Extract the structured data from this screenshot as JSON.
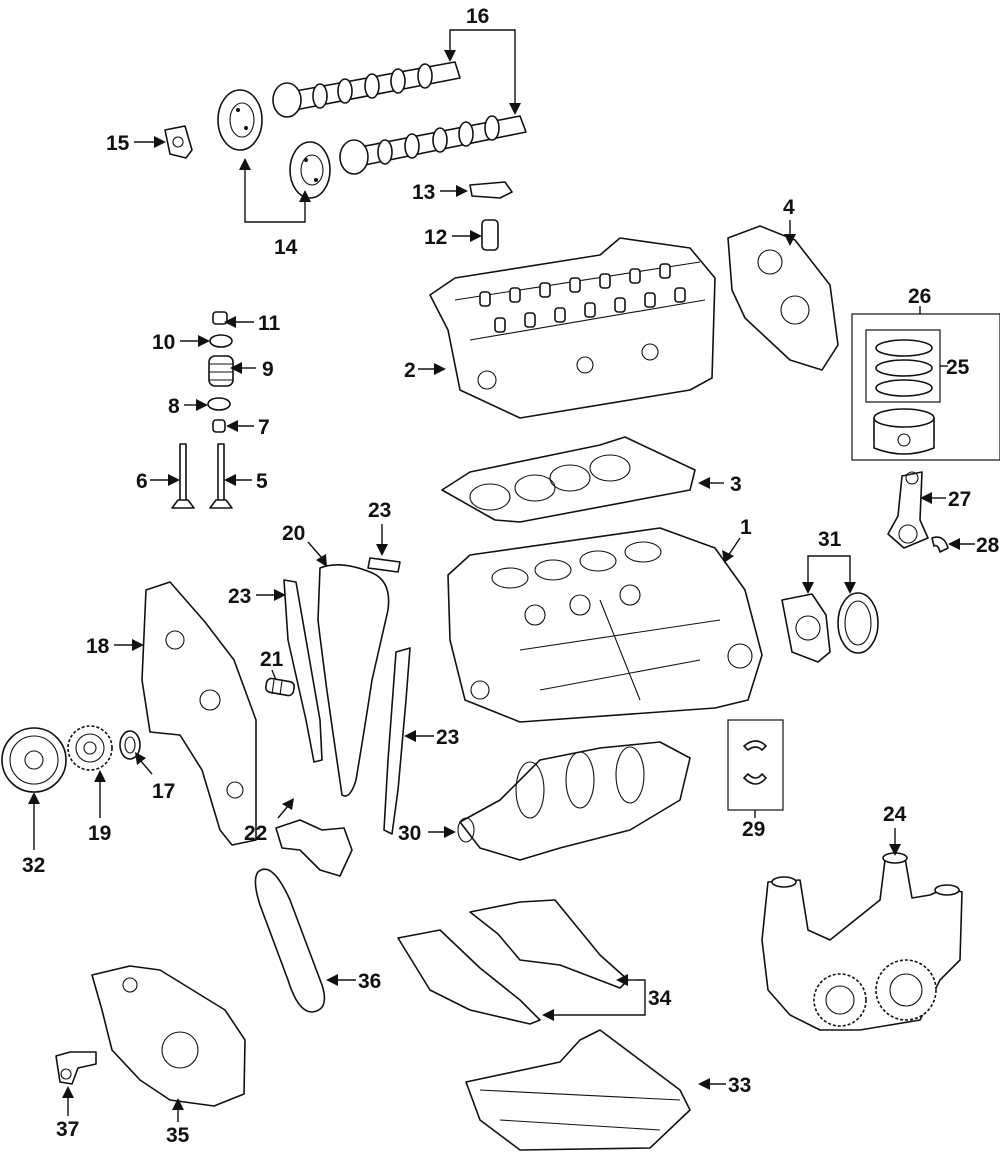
{
  "callouts": {
    "c1": "1",
    "c2": "2",
    "c3": "3",
    "c4": "4",
    "c5": "5",
    "c6": "6",
    "c7": "7",
    "c8": "8",
    "c9": "9",
    "c10": "10",
    "c11": "11",
    "c12": "12",
    "c13": "13",
    "c14": "14",
    "c15": "15",
    "c16": "16",
    "c17": "17",
    "c18": "18",
    "c19": "19",
    "c20": "20",
    "c21": "21",
    "c22": "22",
    "c23a": "23",
    "c23b": "23",
    "c23c": "23",
    "c24": "24",
    "c25": "25",
    "c26": "26",
    "c27": "27",
    "c28": "28",
    "c29": "29",
    "c30": "30",
    "c31": "31",
    "c32": "32",
    "c33": "33",
    "c34": "34",
    "c35": "35",
    "c36": "36",
    "c37": "37"
  },
  "colors": {
    "line": "#111111",
    "background": "#ffffff"
  }
}
